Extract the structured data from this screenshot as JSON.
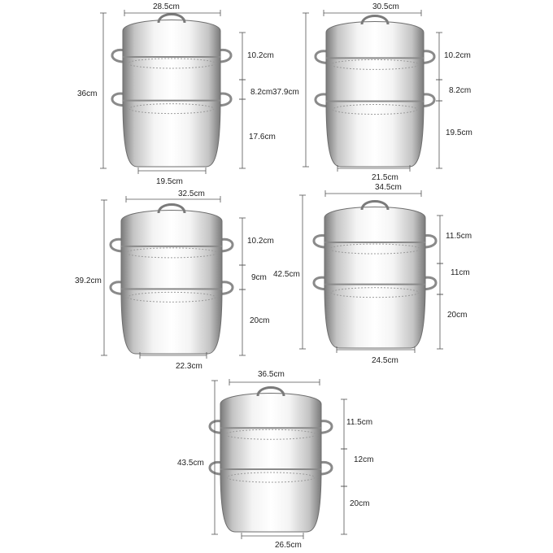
{
  "products": [
    {
      "top_width": "28.5cm",
      "bottom_width": "19.5cm",
      "total_height": "36cm",
      "lid_height": "10.2cm",
      "middle_height": "8.2cm",
      "base_height": "17.6cm"
    },
    {
      "top_width": "30.5cm",
      "bottom_width": "21.5cm",
      "total_height": "37.9cm",
      "lid_height": "10.2cm",
      "middle_height": "8.2cm",
      "base_height": "19.5cm"
    },
    {
      "top_width": "32.5cm",
      "bottom_width": "22.3cm",
      "total_height": "39.2cm",
      "lid_height": "10.2cm",
      "middle_height": "9cm",
      "base_height": "20cm"
    },
    {
      "top_width": "34.5cm",
      "bottom_width": "24.5cm",
      "total_height": "42.5cm",
      "lid_height": "11.5cm",
      "middle_height": "11cm",
      "base_height": "20cm"
    },
    {
      "top_width": "36.5cm",
      "bottom_width": "26.5cm",
      "total_height": "43.5cm",
      "lid_height": "11.5cm",
      "middle_height": "12cm",
      "base_height": "20cm"
    }
  ],
  "colors": {
    "steel_light": "#f4f4f4",
    "steel_mid": "#c4c4c4",
    "steel_dark": "#7a7a7a",
    "dimension_line": "#555555"
  }
}
